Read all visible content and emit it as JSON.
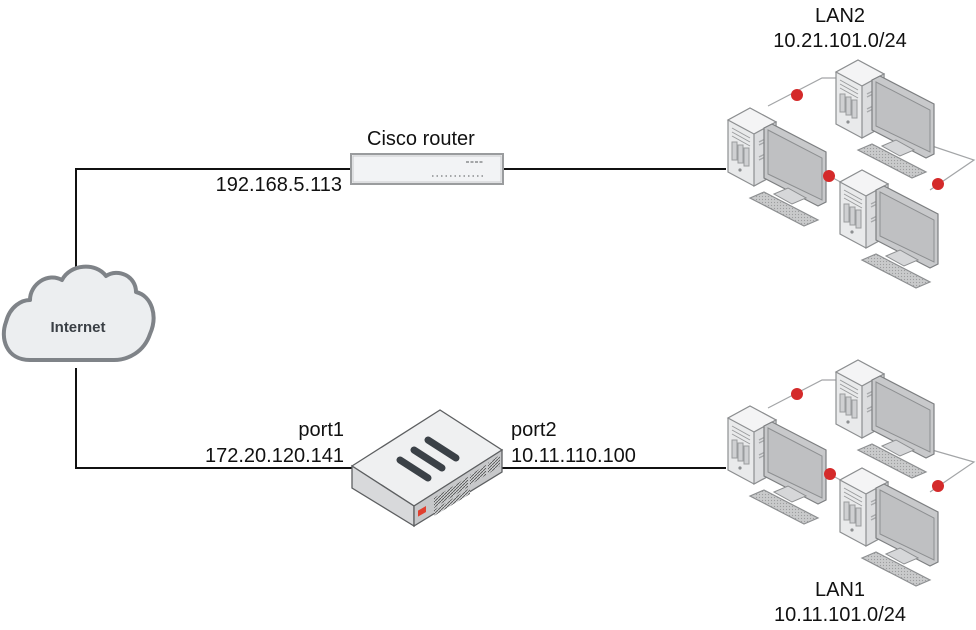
{
  "diagram": {
    "type": "network-topology",
    "nodes": {
      "internet": {
        "label": "Internet",
        "icon": "cloud-icon"
      },
      "cisco_router": {
        "label": "Cisco router",
        "interface_ip": "192.168.5.113",
        "icon": "router-icon"
      },
      "firewall": {
        "icon": "firewall-appliance-icon",
        "port1": {
          "name": "port1",
          "ip": "172.20.120.141"
        },
        "port2": {
          "name": "port2",
          "ip": "10.11.110.100"
        }
      },
      "lan2": {
        "name": "LAN2",
        "subnet": "10.21.101.0/24",
        "computers": 3,
        "icon": "workstation-icon"
      },
      "lan1": {
        "name": "LAN1",
        "subnet": "10.11.101.0/24",
        "computers": 3,
        "icon": "workstation-icon"
      }
    },
    "links": [
      {
        "from": "internet",
        "to": "cisco_router"
      },
      {
        "from": "cisco_router",
        "to": "lan2"
      },
      {
        "from": "internet",
        "to": "firewall.port1"
      },
      {
        "from": "firewall.port2",
        "to": "lan1"
      }
    ],
    "colors": {
      "link": "#111111",
      "lan_link": "#9a9a9a",
      "lan_node_dot": "#d42a2a",
      "cloud_fill": "#eceef0",
      "cloud_stroke": "#7f8388",
      "firewall_logo": "#e0402f"
    }
  }
}
